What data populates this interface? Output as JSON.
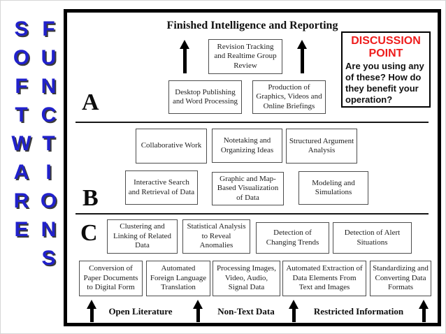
{
  "banner": {
    "left": "SOFTWARE",
    "right": "FUNCTIONS",
    "letter_color": "#2121cc",
    "shadow_color": "#3a3a3a"
  },
  "diagram": {
    "title": "Finished Intelligence and Reporting",
    "sections": {
      "a": "A",
      "b": "B",
      "c": "C"
    },
    "boxes": {
      "revision": "Revision Tracking and Realtime Group Review",
      "desktop": "Desktop Publishing and Word Processing",
      "production": "Production of Graphics, Videos and Online Briefings",
      "collaborative": "Collaborative Work",
      "notetaking": "Notetaking and Organizing Ideas",
      "structured": "Structured Argument Analysis",
      "interactive": "Interactive Search and Retrieval of Data",
      "graphic": "Graphic and Map-Based Visualization of Data",
      "modeling": "Modeling and Simulations",
      "clustering": "Clustering and Linking of Related Data",
      "statistical": "Statistical Analysis to Reveal Anomalies",
      "changing_trends": "Detection of Changing Trends",
      "alert_situations": "Detection of Alert Situations",
      "conversion": "Conversion of Paper Documents to Digital Form",
      "translation": "Automated Foreign Language Translation",
      "processing": "Processing Images, Video, Audio, Signal Data",
      "extraction": "Automated Extraction of Data Elements From Text and Images",
      "standardizing": "Standardizing and Converting Data Formats"
    },
    "bottom_labels": {
      "open_literature": "Open Literature",
      "non_text_data": "Non-Text Data",
      "restricted_information": "Restricted Information"
    }
  },
  "discussion": {
    "title": "DISCUSSION POINT",
    "body": "Are you using any of these? How do they benefit your operation?",
    "title_color": "#ee1c1c"
  }
}
